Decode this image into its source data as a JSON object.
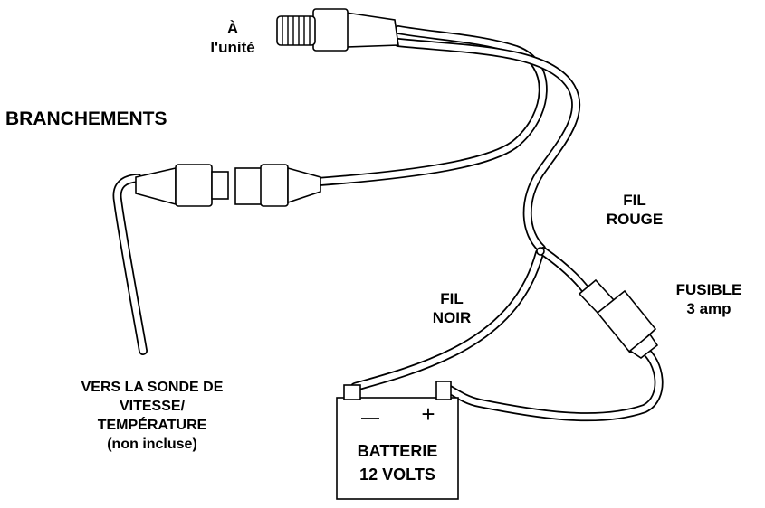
{
  "title": "BRANCHEMENTS",
  "labels": {
    "to_unit": [
      "À",
      "l'unité"
    ],
    "red_wire": [
      "FIL",
      "ROUGE"
    ],
    "black_wire": [
      "FIL",
      "NOIR"
    ],
    "fuse": [
      "FUSIBLE",
      "3 amp"
    ],
    "sensor": [
      "VERS LA SONDE DE",
      "VITESSE/",
      "TEMPÉRATURE",
      "(non  incluse)"
    ],
    "battery": [
      "BATTERIE",
      "12 VOLTS"
    ],
    "battery_minus": "—",
    "battery_plus": "+"
  },
  "colors": {
    "line": "#000000",
    "background": "#ffffff"
  }
}
